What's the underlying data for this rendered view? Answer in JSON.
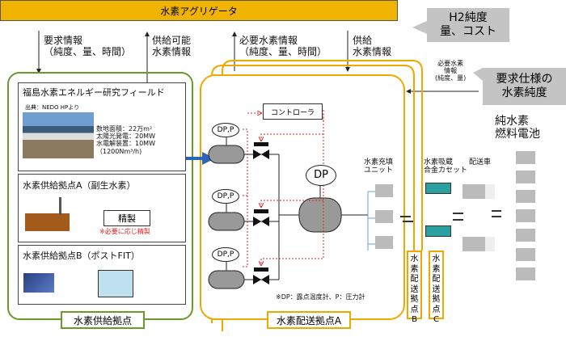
{
  "aggregator": {
    "title": "水素アグリゲータ"
  },
  "callout_cost": {
    "text": "H2純度\n量、コスト"
  },
  "callout_purity": {
    "text": "要求仕様の\n水素純度"
  },
  "flows": {
    "request": "要求情報\n（純度、量、時間）",
    "supply_available": "供給可能\n水素情報",
    "required": "必要水素情報\n（純度、量、時間）",
    "supply": "供給\n水素情報",
    "required_small": "必要水素\n情報\n(純度、量)"
  },
  "fuel_cell": "純水素\n燃料電池",
  "supply_sites": {
    "group_label": "水素供給拠点",
    "fukushima": {
      "title": "福島水素エネルギー研究フィールド",
      "source": "出典：NEDO HPより",
      "specs": "数地面積：22万m²\n太陽光発電：20MW\n水電解装置：10MW\n（1200Nm³/h)"
    },
    "site_a": {
      "title": "水素供給拠点A（副生水素）",
      "refine": "精製",
      "note": "※必要に応じ精製"
    },
    "site_b": {
      "title": "水素供給拠点B（ポストFIT）"
    }
  },
  "delivery": {
    "group_label": "水素配送拠点A",
    "controller": "コントローラ",
    "dp_p": "DP,P",
    "dp": "DP",
    "filling_unit": "水素充填\nユニット",
    "cassette": "水素吸蔵\n合金カセット",
    "truck": "配送車",
    "legend_note": "※DP：露点温度計、P：圧力計",
    "base_b": "水\n素\n配\n送\n拠\n点\nB",
    "base_c": "水\n素\n配\n送\n拠\n点\nC"
  },
  "colors": {
    "aggregator": "#f0b400",
    "supply_group": "#6a9a2a",
    "delivery_group": "#f0a800",
    "pipe": "#2a66b8",
    "signal": "#e02020",
    "callout": "#c4c4c4"
  }
}
